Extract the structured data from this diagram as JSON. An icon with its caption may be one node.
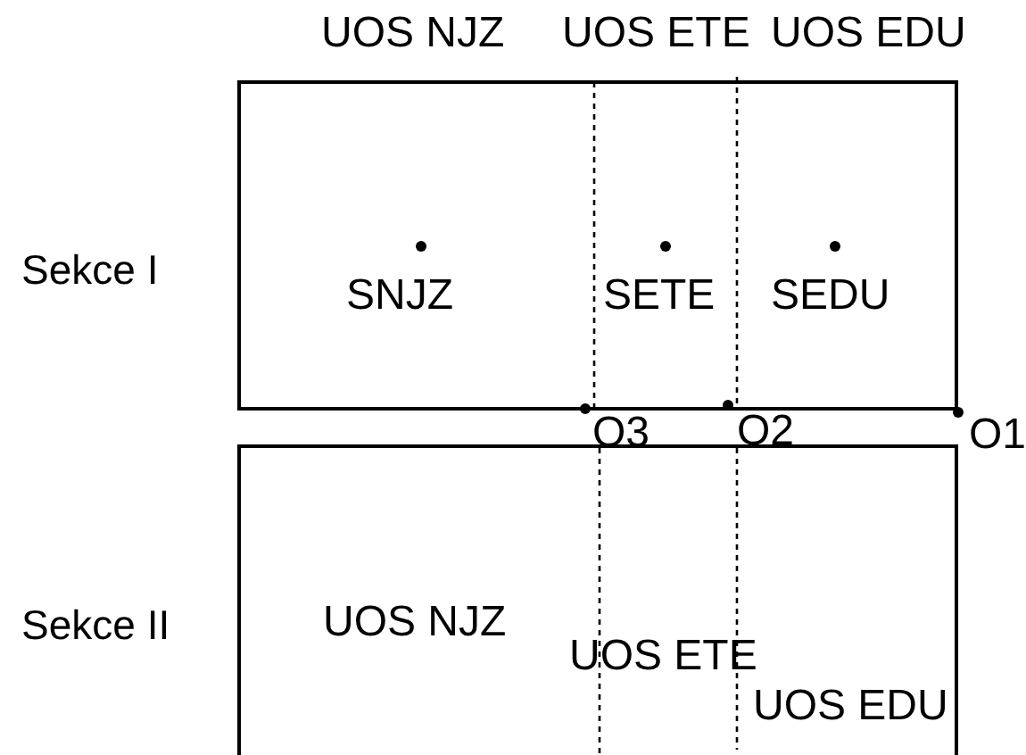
{
  "diagram": {
    "nodes": [
      {
        "text": [],
        "shape": "box",
        "beside": [
          "Sekce I"
        ]
      },
      {
        "text": [],
        "shape": "box",
        "beside": [
          "Sekce II"
        ]
      }
    ],
    "labels": [
      "UOS NJZ",
      "UOS ETE",
      "UOS EDU",
      "SNJZ",
      "SETE",
      "SEDU",
      "O3",
      "O2",
      "O1",
      "UOS NJZ",
      "UOS ETE",
      "UOS EDU"
    ]
  }
}
